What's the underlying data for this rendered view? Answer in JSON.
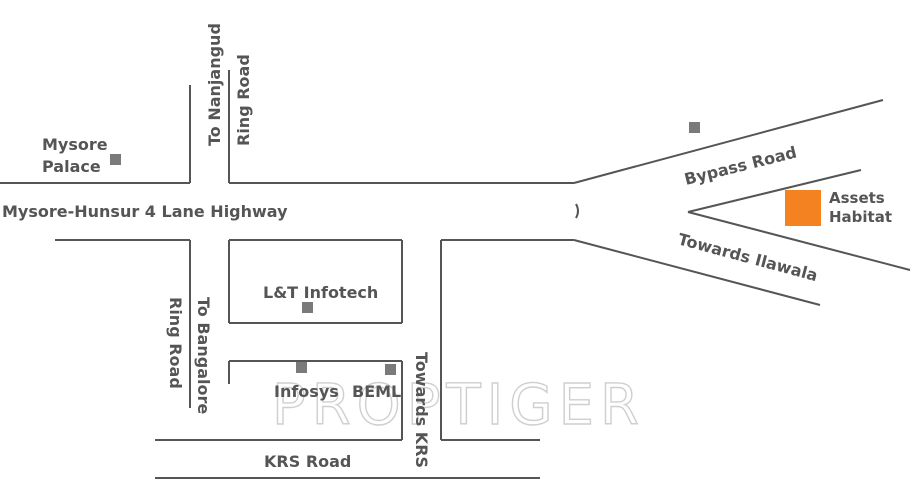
{
  "labels": {
    "nanjangud": "To Nanjangud",
    "ring_road_top": "Ring Road",
    "mysore": "Mysore",
    "palace": "Palace",
    "highway": "Mysore-Hunsur 4 Lane Highway",
    "bypass": "Bypass Road",
    "assets": "Assets",
    "habitat": "Habitat",
    "ilawala": "Towards Ilawala",
    "lt_infotech": "L&T Infotech",
    "bangalore": "To Bangalore",
    "ring_road_bottom": "Ring Road",
    "infosys": "Infosys",
    "beml": "BEML",
    "krs_towards": "Towards KRS",
    "krs_road": "KRS Road"
  },
  "watermark": "PROPTIGER",
  "colors": {
    "road": "#555555",
    "text": "#555555",
    "marker": "#7a7a7a",
    "highlight": "#f58220",
    "watermark": "#cfcfcf"
  }
}
